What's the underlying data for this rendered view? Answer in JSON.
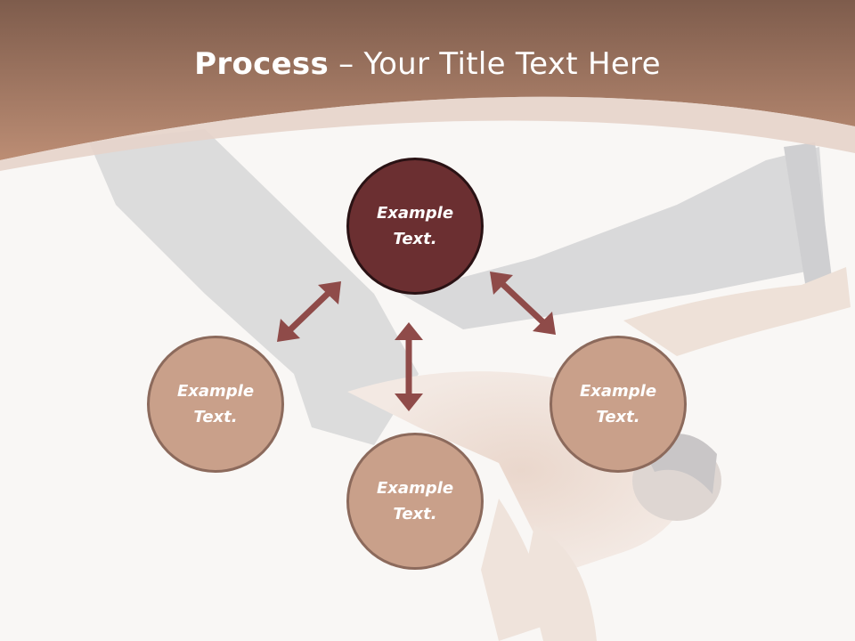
{
  "slide": {
    "title_bold": "Process",
    "title_rest": " – Your Title Text Here"
  },
  "diagram": {
    "center": {
      "label_line1": "Example",
      "label_line2": "Text."
    },
    "left": {
      "label_line1": "Example",
      "label_line2": "Text."
    },
    "bottom": {
      "label_line1": "Example",
      "label_line2": "Text."
    },
    "right": {
      "label_line1": "Example",
      "label_line2": "Text."
    }
  },
  "colors": {
    "header_top": "#7e5c4c",
    "header_bottom": "#b98a72",
    "center_node": "#6b2f31",
    "outer_node": "#c9a08a",
    "arrow": "#8f4b49",
    "background": "#f9f7f5"
  },
  "icons": [
    "double-arrow-icon"
  ]
}
